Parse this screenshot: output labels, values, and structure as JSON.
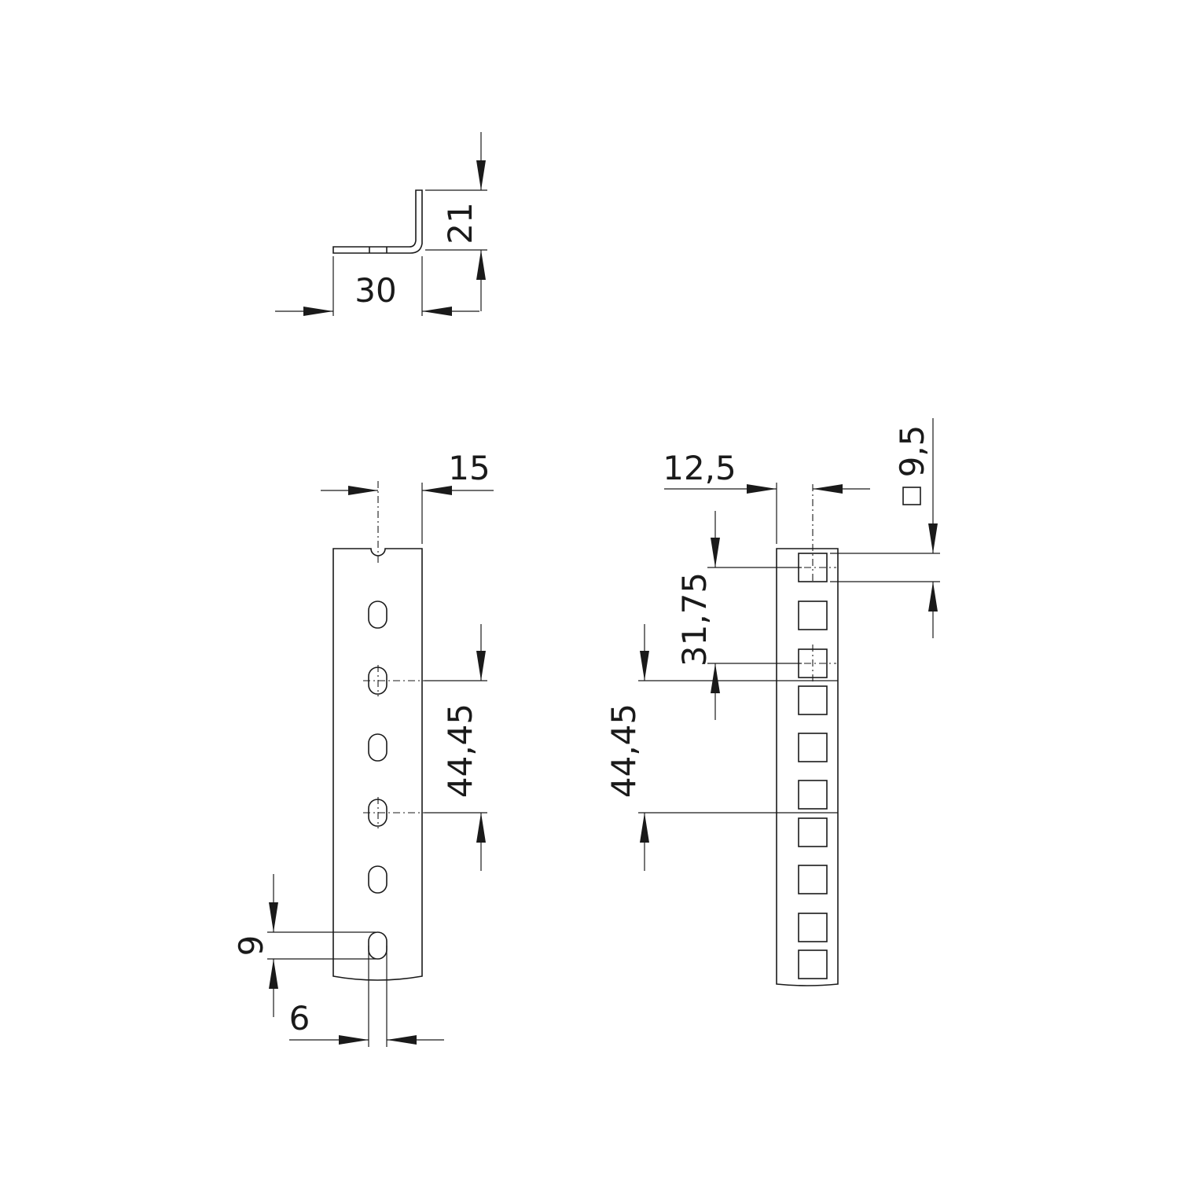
{
  "colors": {
    "line": "#1a1a1a",
    "background": "#ffffff"
  },
  "dimensions": {
    "profile_width": "30",
    "profile_height": "21",
    "left_rail_width": "15",
    "left_rail_pitch": "44,45",
    "slot_height": "9",
    "slot_width": "6",
    "right_rail_offset": "12,5",
    "square_hole_size": "9,5",
    "right_rail_half_pitch": "31,75",
    "right_rail_pitch": "44,45"
  }
}
